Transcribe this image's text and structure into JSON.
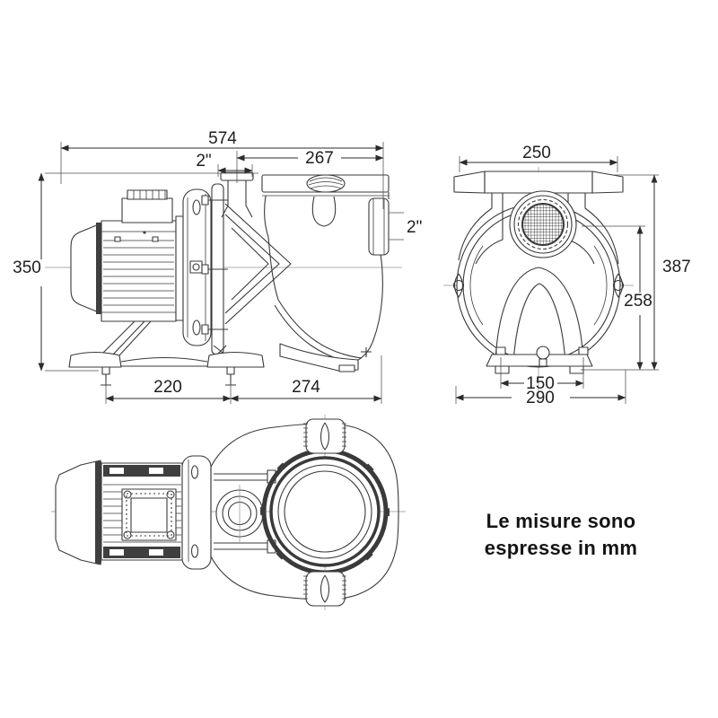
{
  "note": {
    "line1": "Le misure sono",
    "line2": "espresse in mm"
  },
  "colors": {
    "line": "#3a3a3a",
    "dimension": "#2b2b2b",
    "background": "#ffffff"
  },
  "dims": {
    "side_view": {
      "overall_length": "574",
      "inlet_port": "2\"",
      "lid_center_to_outlet": "267",
      "overall_height": "350",
      "foot_spacing_front": "220",
      "foot_to_outlet_end": "274",
      "outlet_port": "2\""
    },
    "front_view": {
      "lid_width": "250",
      "overall_height": "387",
      "port_axis_height": "258",
      "foot_bolt_spacing": "150",
      "overall_width": "290"
    }
  }
}
